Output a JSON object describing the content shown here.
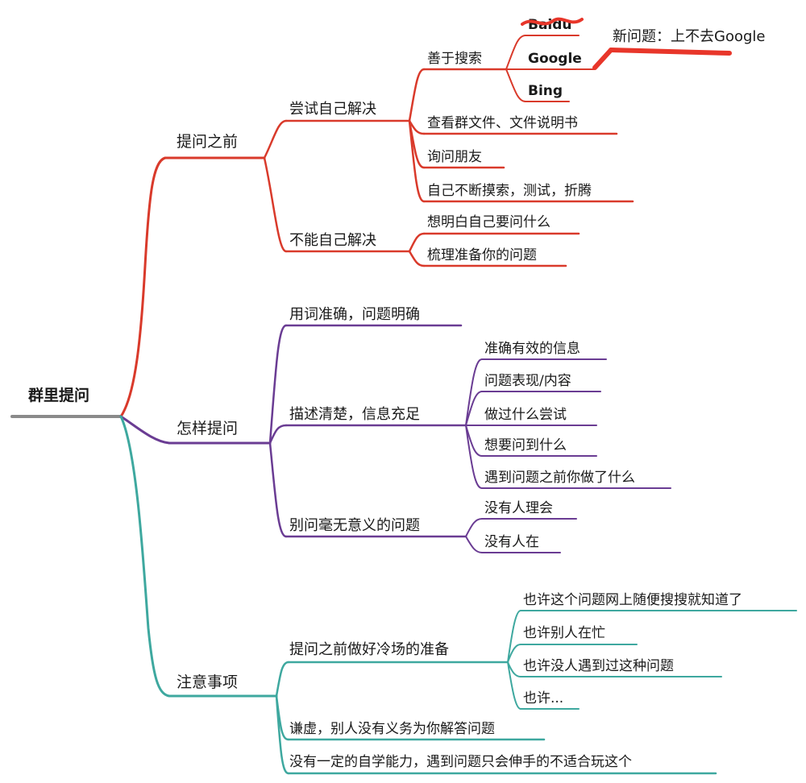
{
  "root": "群里提问",
  "branches": [
    {
      "label": "提问之前",
      "children": [
        {
          "label": "尝试自己解决",
          "children": [
            {
              "label": "善于搜索",
              "children": [
                "Baidu",
                "Google",
                "Bing"
              ]
            },
            {
              "label": "查看群文件、文件说明书"
            },
            {
              "label": "询问朋友"
            },
            {
              "label": "自己不断摸索，测试，折腾"
            }
          ]
        },
        {
          "label": "不能自己解决",
          "children": [
            {
              "label": "想明白自己要问什么"
            },
            {
              "label": "梳理准备你的问题"
            }
          ]
        }
      ]
    },
    {
      "label": "怎样提问",
      "children": [
        {
          "label": "用词准确，问题明确"
        },
        {
          "label": "描述清楚，信息充足",
          "children": [
            "准确有效的信息",
            "问题表现/内容",
            "做过什么尝试",
            "想要问到什么",
            "遇到问题之前你做了什么"
          ]
        },
        {
          "label": "别问毫无意义的问题",
          "children": [
            "没有人理会",
            "没有人在"
          ]
        }
      ]
    },
    {
      "label": "注意事项",
      "children": [
        {
          "label": "提问之前做好冷场的准备",
          "children": [
            "也许这个问题网上随便搜搜就知道了",
            "也许别人在忙",
            "也许没人遇到过这种问题",
            "也许..."
          ]
        },
        {
          "label": "谦虚，别人没有义务为你解答问题"
        },
        {
          "label": "没有一定的自学能力，遇到问题只会伸手的不适合玩这个"
        }
      ]
    }
  ],
  "annotation": "新问题：上不去Google",
  "colors": {
    "root": "#8a8a8a",
    "branch_before": "#d93a2b",
    "branch_how": "#6a3c93",
    "branch_notes": "#3ea89f",
    "annotation_marker": "#e8362a"
  }
}
